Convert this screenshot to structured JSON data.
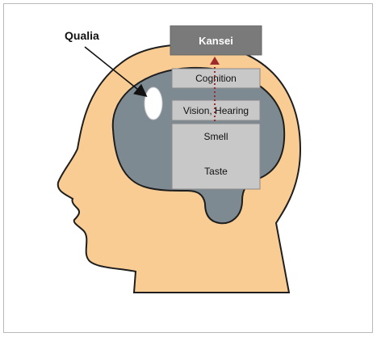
{
  "diagram": {
    "annotation": "Qualia",
    "top_box": "Kansei",
    "layers": [
      "Cognition",
      "Vision, Hearing",
      "Smell",
      "Taste"
    ],
    "colors": {
      "skin": "#f9cc93",
      "outline": "#1e1e1e",
      "brain": "#7d8a92",
      "top_box": "#7a7a7a",
      "layer_fill": "#c8c8c8",
      "qualia_spot": "#ffffff",
      "dotted_arrow": "#9e2b2b"
    }
  }
}
